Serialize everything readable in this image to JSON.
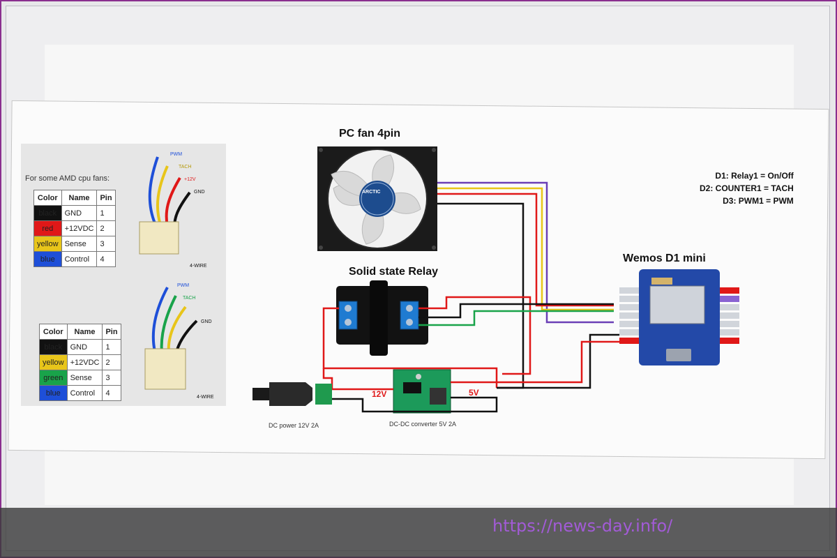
{
  "colors": {
    "frame": "#8a2f8f",
    "red": "#e01818",
    "black": "#111111",
    "yellow": "#e8c51a",
    "green": "#19a34a",
    "blue": "#1e4fd8",
    "purple": "#6b3fb6",
    "link": "#a25bd6"
  },
  "labels": {
    "fan_title": "PC fan 4pin",
    "relay_title": "Solid state Relay",
    "wemos_title": "Wemos D1 mini",
    "dc_power": "DC power  12V 2A",
    "dcdc": "DC-DC converter 5V 2A",
    "v12": "12V",
    "v5": "5V",
    "note": "For some AMD cpu fans:",
    "wire_top": "4-WIRE",
    "wire_bottom": "4-WIRE",
    "w_pwm": "PWM",
    "w_tach": "TACH",
    "w_12v": "+12V",
    "w_gnd": "GND",
    "w2_pwm": "PWM",
    "w2_tach": "TACH",
    "w2_gnd": "GND",
    "fan_brand": "ARCTIC"
  },
  "legend": {
    "line1": "D1: Relay1 = On/Off",
    "line2": "D2: COUNTER1 = TACH",
    "line3": "D3: PWM1 = PWM"
  },
  "table_top": {
    "headers": [
      "Color",
      "Name",
      "Pin"
    ],
    "rows": [
      {
        "color": "black",
        "name": "GND",
        "pin": "1",
        "hex": "#111111"
      },
      {
        "color": "red",
        "name": "+12VDC",
        "pin": "2",
        "hex": "#e01818"
      },
      {
        "color": "yellow",
        "name": "Sense",
        "pin": "3",
        "hex": "#e8c51a"
      },
      {
        "color": "blue",
        "name": "Control",
        "pin": "4",
        "hex": "#1e4fd8"
      }
    ]
  },
  "table_bottom": {
    "headers": [
      "Color",
      "Name",
      "Pin"
    ],
    "rows": [
      {
        "color": "black",
        "name": "GND",
        "pin": "1",
        "hex": "#111111"
      },
      {
        "color": "yellow",
        "name": "+12VDC",
        "pin": "2",
        "hex": "#e8c51a"
      },
      {
        "color": "green",
        "name": "Sense",
        "pin": "3",
        "hex": "#19a34a"
      },
      {
        "color": "blue",
        "name": "Control",
        "pin": "4",
        "hex": "#1e4fd8"
      }
    ]
  },
  "footer": {
    "url": "https://news-day.info/"
  }
}
